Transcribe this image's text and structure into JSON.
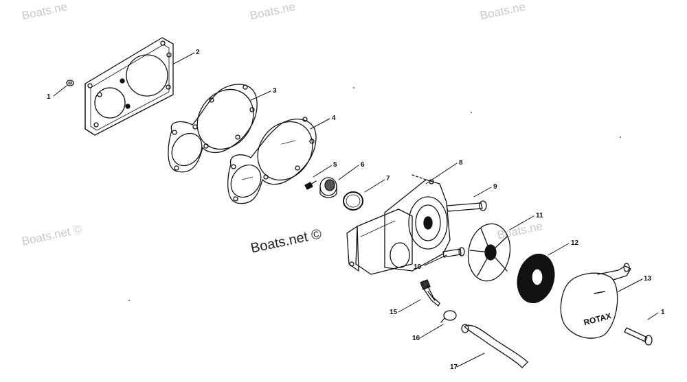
{
  "watermarks": {
    "top1": "Boats.ne",
    "top2": "Boats.ne",
    "top3": "Boats.ne",
    "left": "Boats.net ©",
    "center": "Boats.net ©",
    "right": "Boats.ne"
  },
  "callouts": [
    "1",
    "2",
    "3",
    "4",
    "5",
    "6",
    "7",
    "8",
    "9",
    "10",
    "11",
    "12",
    "13",
    "1",
    "15",
    "16",
    "17"
  ],
  "cover_text": "ROTAX"
}
